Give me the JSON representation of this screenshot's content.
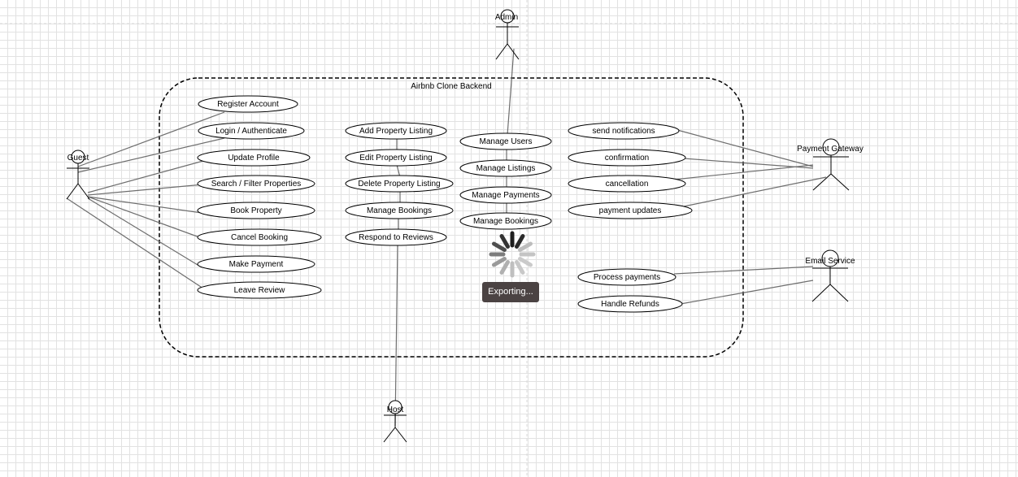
{
  "diagram": {
    "boundary_title": "Airbnb Clone Backend",
    "actors": {
      "guest": "Guest",
      "admin": "Admin",
      "host": "Host",
      "payment_gateway": "Payment Gateway",
      "email_service": "Email Service"
    },
    "guest_use_cases": [
      "Register Account",
      "Login / Authenticate",
      "Update Profile",
      "Search / Filter Properties",
      "Book Property",
      "Cancel Booking",
      "Make Payment",
      "Leave Review"
    ],
    "host_use_cases": [
      "Add Property Listing",
      "Edit Property Listing",
      "Delete Property Listing",
      "Manage Bookings",
      "Respond to Reviews"
    ],
    "admin_use_cases": [
      "Manage Users",
      "Manage Listings",
      "Manage Payments",
      "Manage Bookings"
    ],
    "payment_use_cases": [
      "send notifications",
      "confirmation",
      "cancellation",
      "payment updates"
    ],
    "email_use_cases": [
      "Process payments",
      "Handle Refunds"
    ]
  },
  "overlay": {
    "export_label": "Exporting...",
    "spinner_icon": "loading-spinner-icon"
  },
  "colors": {
    "grid": "#e2e2e2",
    "line": "#6e6e6e",
    "badge": "#4b4343"
  }
}
